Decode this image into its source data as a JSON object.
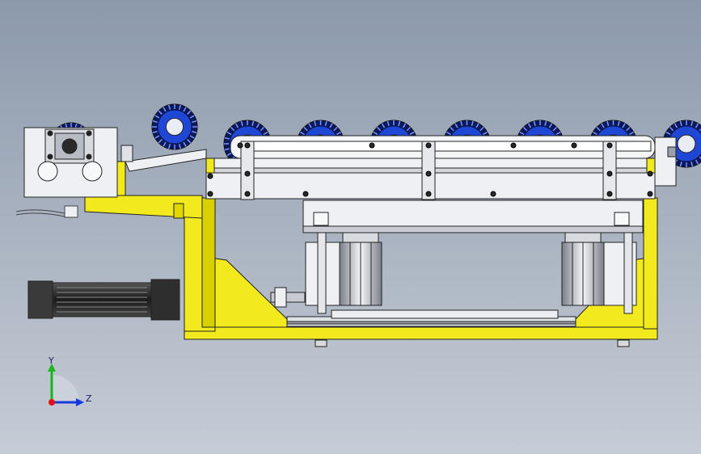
{
  "viewport": {
    "background_top": "#8c99ab",
    "background_bottom": "#c6ccd6"
  },
  "model": {
    "colors": {
      "frame": "#f2ea1c",
      "frame_shadow": "#c9c000",
      "steel": "#e6e8ec",
      "steel_dark": "#9aa0aa",
      "roller": "#1f47d6",
      "roller_dark": "#0b1a5e",
      "motor": "#2a2a2a",
      "outline": "#222222"
    },
    "roller_count": 8
  },
  "triad": {
    "y_label": "Y",
    "z_label": "Z",
    "x_color": "#e01010",
    "y_color": "#18b818",
    "z_color": "#1838e0"
  }
}
